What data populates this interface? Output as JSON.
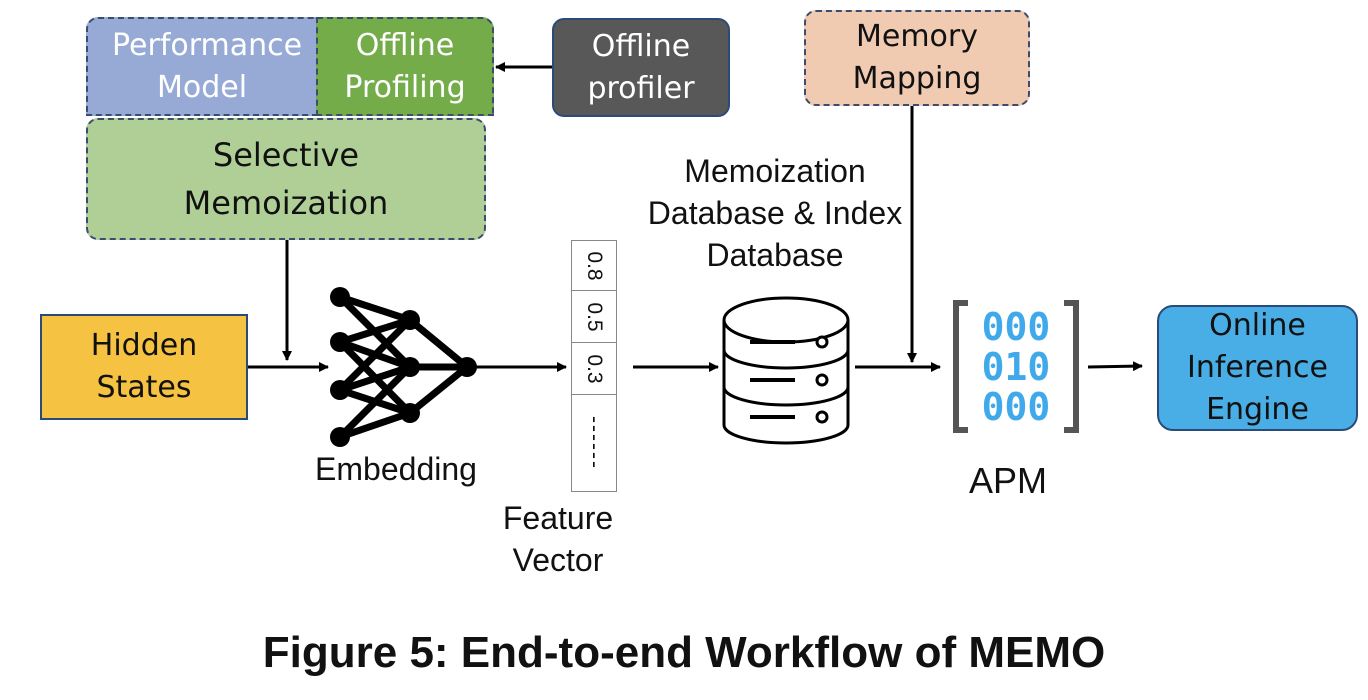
{
  "boxes": {
    "performance_model": "Performance Model",
    "offline_profiling": "Offline Profiling",
    "offline_profiler": "Offline profiler",
    "selective_memoization": "Selective Memoization",
    "memory_mapping": "Memory Mapping",
    "hidden_states": "Hidden States",
    "online_inference_engine": "Online Inference Engine"
  },
  "labels": {
    "embedding": "Embedding",
    "feature_vector": "Feature Vector",
    "database": "Memoization Database & Index Database",
    "apm": "APM"
  },
  "feature_vector": {
    "values": [
      "0.8",
      "0.5",
      "0.3",
      "------"
    ]
  },
  "apm_bits": [
    "000",
    "010",
    "000"
  ],
  "caption": "Figure 5: End-to-end Workflow of MEMO",
  "colors": {
    "performance_model": "#97aad6",
    "offline_profiling": "#75ac4a",
    "selective_memoization": "#b0cf96",
    "offline_profiler": "#585858",
    "memory_mapping": "#f0cbb2",
    "hidden_states": "#f6c242",
    "online_inference_engine": "#4aaee6",
    "apm_bits": "#3fa9ea"
  }
}
